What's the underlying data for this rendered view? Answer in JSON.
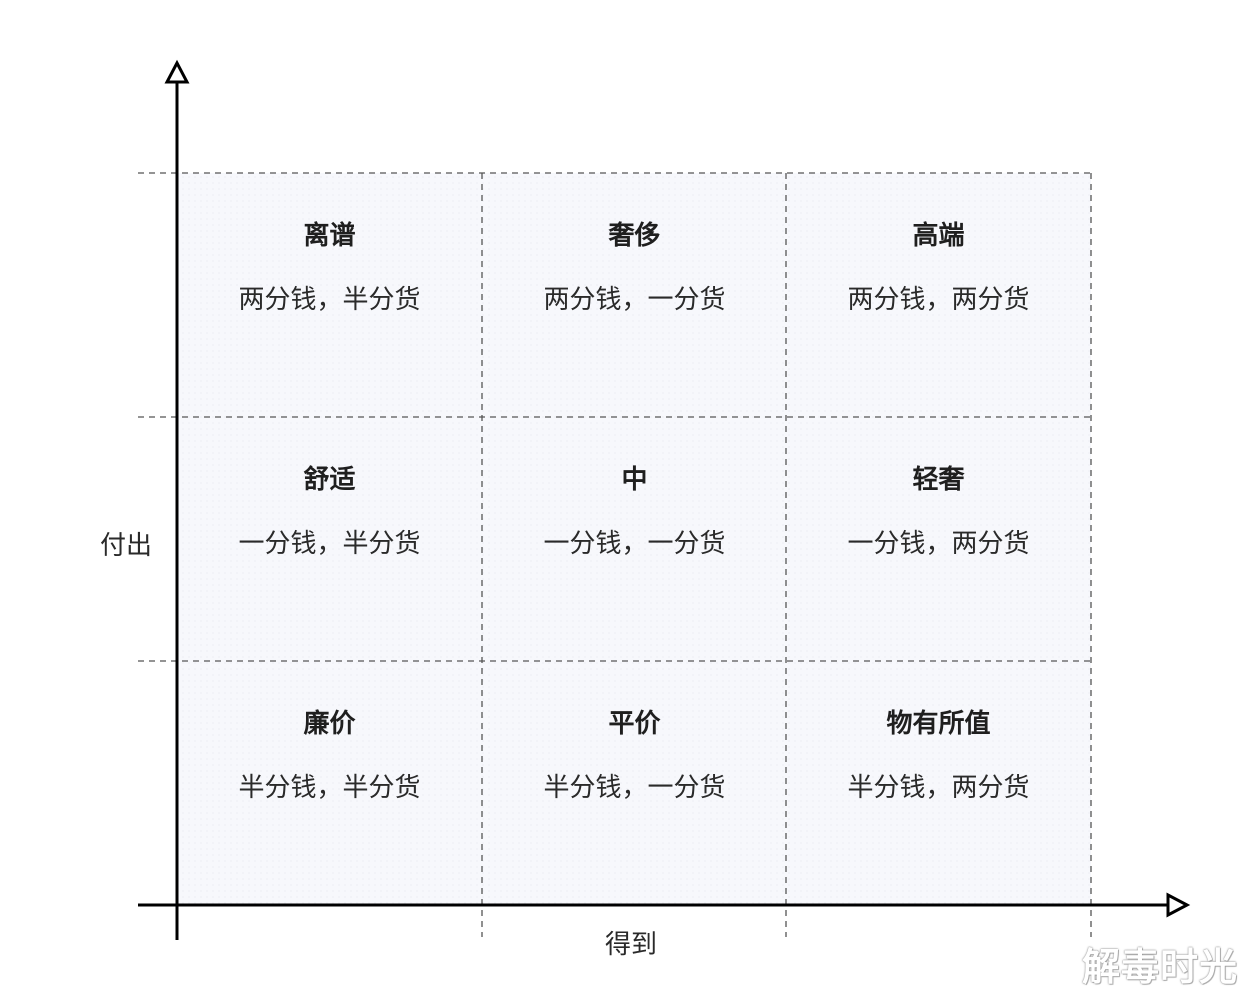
{
  "axes": {
    "y_label": "付出",
    "x_label": "得到"
  },
  "cells": [
    {
      "row": 0,
      "col": 0,
      "title": "离谱",
      "desc": "两分钱，半分货"
    },
    {
      "row": 0,
      "col": 1,
      "title": "奢侈",
      "desc": "两分钱，一分货"
    },
    {
      "row": 0,
      "col": 2,
      "title": "高端",
      "desc": "两分钱，两分货"
    },
    {
      "row": 1,
      "col": 0,
      "title": "舒适",
      "desc": "一分钱，半分货"
    },
    {
      "row": 1,
      "col": 1,
      "title": "中",
      "desc": "一分钱，一分货"
    },
    {
      "row": 1,
      "col": 2,
      "title": "轻奢",
      "desc": "一分钱，两分货"
    },
    {
      "row": 2,
      "col": 0,
      "title": "廉价",
      "desc": "半分钱，半分货"
    },
    {
      "row": 2,
      "col": 1,
      "title": "平价",
      "desc": "半分钱，一分货"
    },
    {
      "row": 2,
      "col": 2,
      "title": "物有所值",
      "desc": "半分钱，两分货"
    }
  ],
  "watermark": "解毒时光",
  "colors": {
    "grid_fill": "#f7f8fc",
    "axis": "#000000",
    "dash": "#555555"
  }
}
